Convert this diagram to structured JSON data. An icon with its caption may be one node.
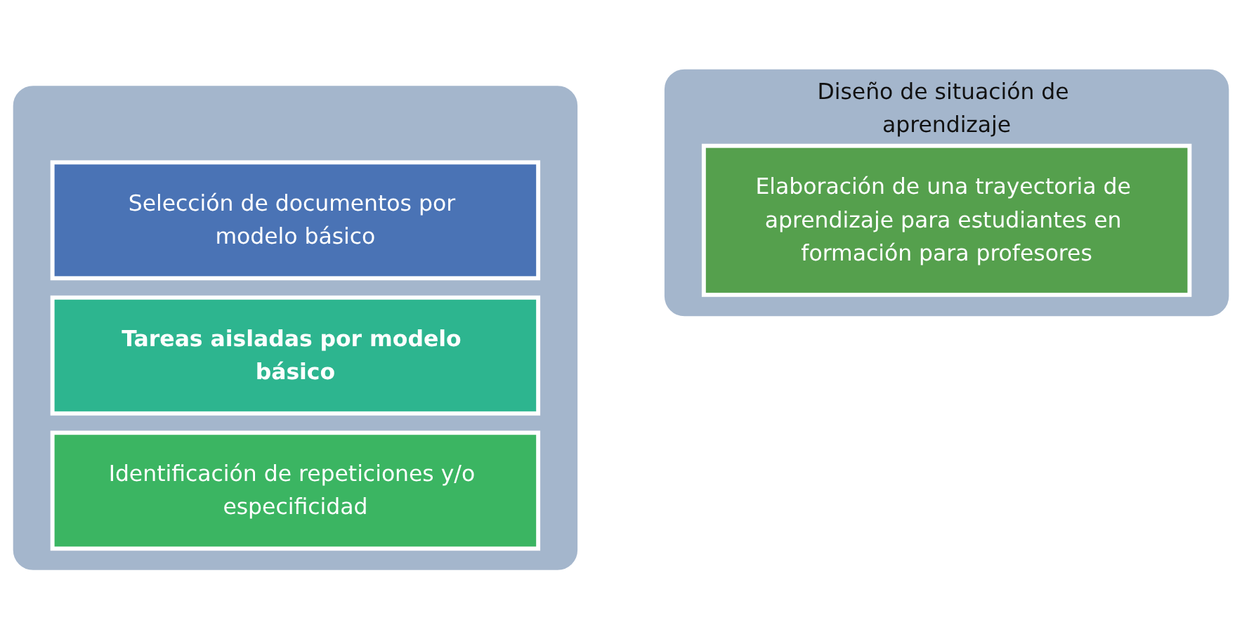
{
  "diagram": {
    "nodes": [
      {
        "text": [],
        "shape": "box"
      },
      {
        "text": [
          "Selección de documentos por modelo básico"
        ],
        "in": 0
      },
      {
        "text": [
          "Tareas aisladas por modelo básico"
        ],
        "in": 0
      },
      {
        "text": [
          "Identificación de repeticiones y/o especificidad"
        ],
        "in": 0
      },
      {
        "text": [
          "Diseño de situación de aprendizaje"
        ]
      },
      {
        "text": [
          "Elaboración de una trayectoria de aprendizaje para estudiantes en formación para profesores"
        ],
        "in": 4
      }
    ]
  }
}
